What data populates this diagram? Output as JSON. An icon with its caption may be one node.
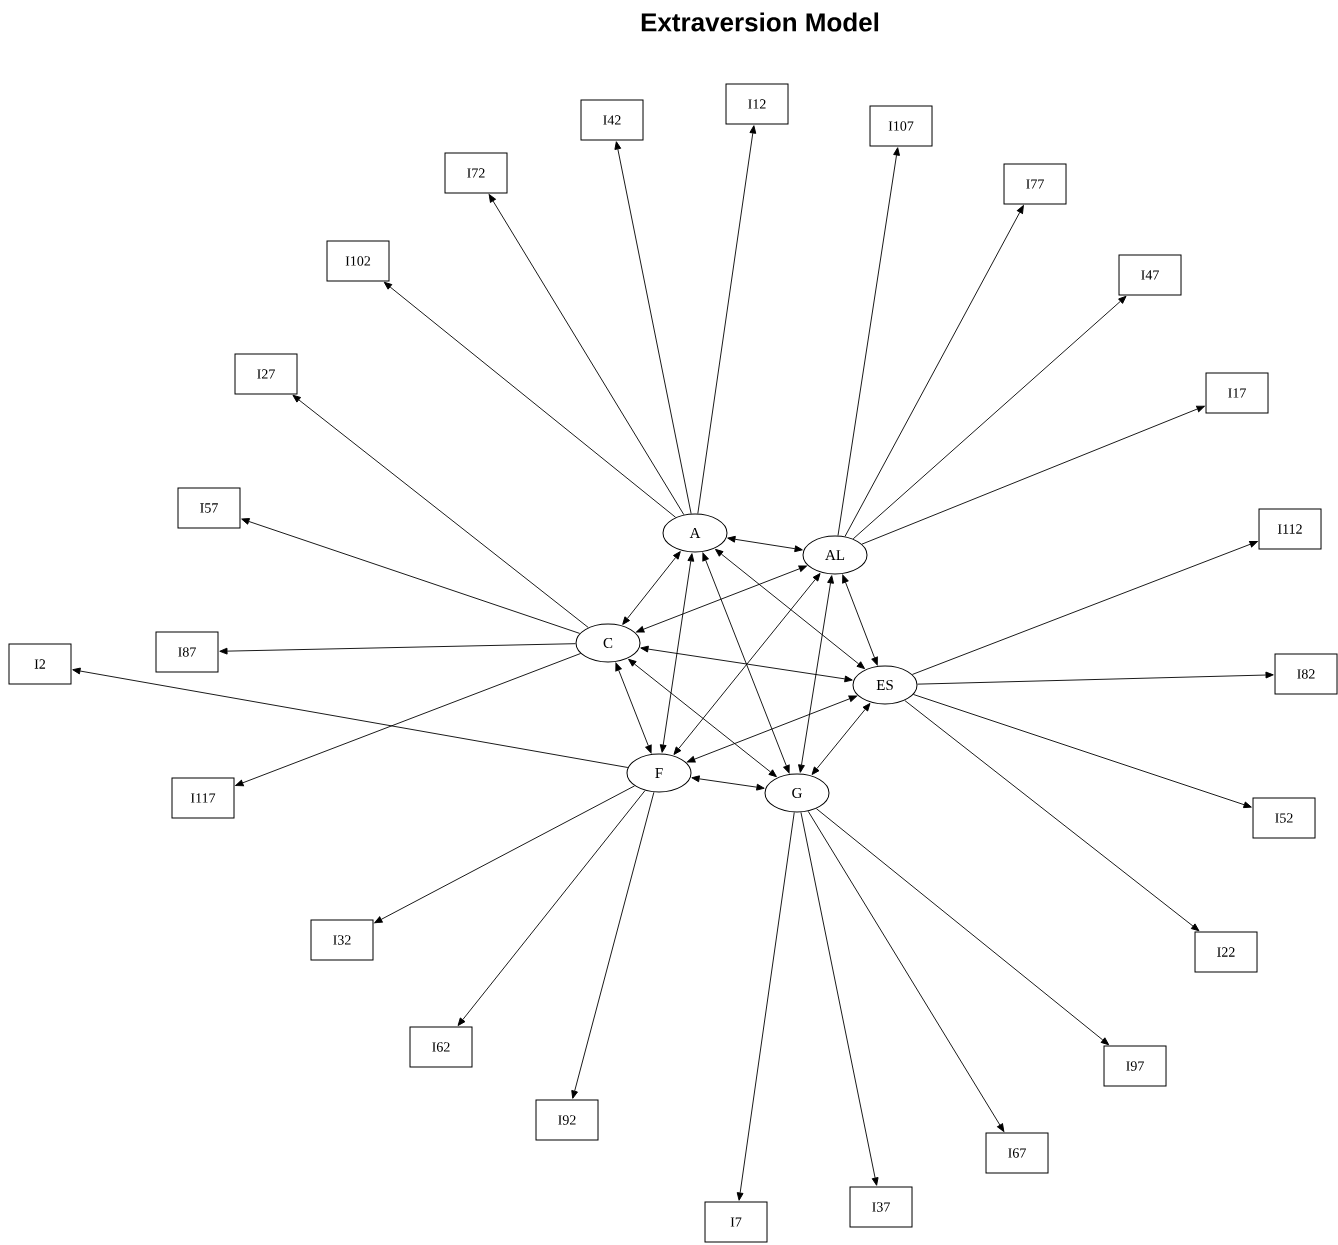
{
  "diagram": {
    "title": "Extraversion Model",
    "nodes": [
      {
        "text": [
          "A"
        ]
      },
      {
        "text": [
          "AL"
        ]
      },
      {
        "text": [
          "C"
        ]
      },
      {
        "text": [
          "ES"
        ]
      },
      {
        "text": [
          "F"
        ]
      },
      {
        "text": [
          "G"
        ]
      },
      {
        "text": [
          "I12"
        ]
      },
      {
        "text": [
          "I42"
        ]
      },
      {
        "text": [
          "I72"
        ]
      },
      {
        "text": [
          "I102"
        ]
      },
      {
        "text": [
          "I107"
        ]
      },
      {
        "text": [
          "I77"
        ]
      },
      {
        "text": [
          "I47"
        ]
      },
      {
        "text": [
          "I17"
        ]
      },
      {
        "text": [
          "I27"
        ]
      },
      {
        "text": [
          "I57"
        ]
      },
      {
        "text": [
          "I87"
        ]
      },
      {
        "text": [
          "I117"
        ]
      },
      {
        "text": [
          "I112"
        ]
      },
      {
        "text": [
          "I82"
        ]
      },
      {
        "text": [
          "I52"
        ]
      },
      {
        "text": [
          "I22"
        ]
      },
      {
        "text": [
          "I2"
        ]
      },
      {
        "text": [
          "I32"
        ]
      },
      {
        "text": [
          "I62"
        ]
      },
      {
        "text": [
          "I92"
        ]
      },
      {
        "text": [
          "I97"
        ]
      },
      {
        "text": [
          "I67"
        ]
      },
      {
        "text": [
          "I37"
        ]
      },
      {
        "text": [
          "I7"
        ]
      }
    ],
    "edges": [
      {
        "from": 0,
        "to": 1,
        "arrow": "both"
      },
      {
        "from": 0,
        "to": 2,
        "arrow": "both"
      },
      {
        "from": 0,
        "to": 3,
        "arrow": "both"
      },
      {
        "from": 0,
        "to": 4,
        "arrow": "both"
      },
      {
        "from": 0,
        "to": 5,
        "arrow": "both"
      },
      {
        "from": 1,
        "to": 2,
        "arrow": "both"
      },
      {
        "from": 1,
        "to": 3,
        "arrow": "both"
      },
      {
        "from": 1,
        "to": 4,
        "arrow": "both"
      },
      {
        "from": 1,
        "to": 5,
        "arrow": "both"
      },
      {
        "from": 2,
        "to": 3,
        "arrow": "both"
      },
      {
        "from": 2,
        "to": 4,
        "arrow": "both"
      },
      {
        "from": 2,
        "to": 5,
        "arrow": "both"
      },
      {
        "from": 3,
        "to": 4,
        "arrow": "both"
      },
      {
        "from": 3,
        "to": 5,
        "arrow": "both"
      },
      {
        "from": 4,
        "to": 5,
        "arrow": "both"
      },
      {
        "from": 0,
        "to": 6,
        "arrow": "to"
      },
      {
        "from": 0,
        "to": 7,
        "arrow": "to"
      },
      {
        "from": 0,
        "to": 8,
        "arrow": "to"
      },
      {
        "from": 0,
        "to": 9,
        "arrow": "to"
      },
      {
        "from": 1,
        "to": 10,
        "arrow": "to"
      },
      {
        "from": 1,
        "to": 11,
        "arrow": "to"
      },
      {
        "from": 1,
        "to": 12,
        "arrow": "to"
      },
      {
        "from": 1,
        "to": 13,
        "arrow": "to"
      },
      {
        "from": 2,
        "to": 14,
        "arrow": "to"
      },
      {
        "from": 2,
        "to": 15,
        "arrow": "to"
      },
      {
        "from": 2,
        "to": 16,
        "arrow": "to"
      },
      {
        "from": 2,
        "to": 17,
        "arrow": "to"
      },
      {
        "from": 3,
        "to": 18,
        "arrow": "to"
      },
      {
        "from": 3,
        "to": 19,
        "arrow": "to"
      },
      {
        "from": 3,
        "to": 20,
        "arrow": "to"
      },
      {
        "from": 3,
        "to": 21,
        "arrow": "to"
      },
      {
        "from": 4,
        "to": 22,
        "arrow": "to"
      },
      {
        "from": 4,
        "to": 23,
        "arrow": "to"
      },
      {
        "from": 4,
        "to": 24,
        "arrow": "to"
      },
      {
        "from": 4,
        "to": 25,
        "arrow": "to"
      },
      {
        "from": 5,
        "to": 26,
        "arrow": "to"
      },
      {
        "from": 5,
        "to": 27,
        "arrow": "to"
      },
      {
        "from": 5,
        "to": 28,
        "arrow": "to"
      },
      {
        "from": 5,
        "to": 29,
        "arrow": "to"
      }
    ]
  }
}
